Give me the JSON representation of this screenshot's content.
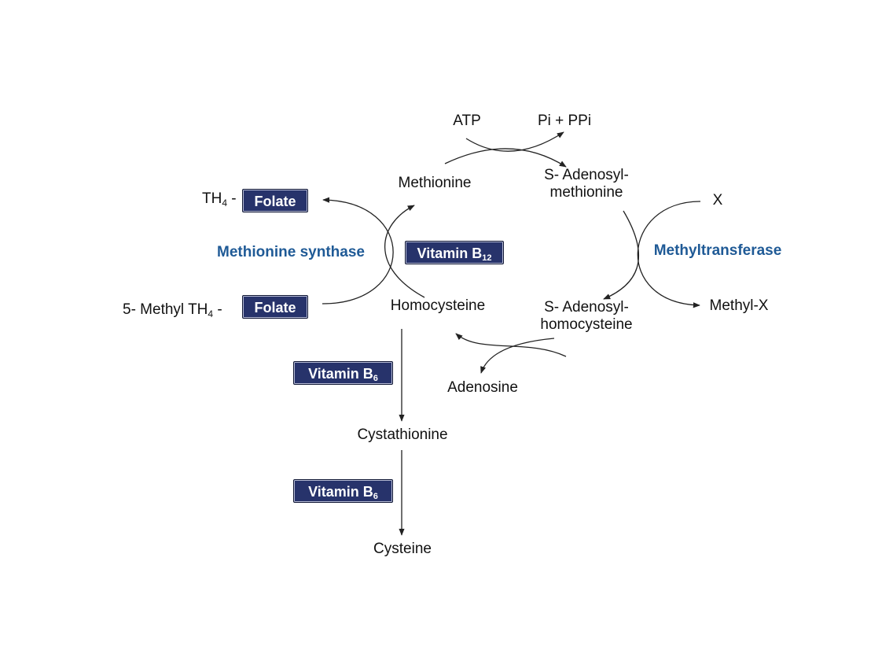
{
  "colors": {
    "badge_bg": "#27336b",
    "enzyme_text": "#1f5a96",
    "arrow": "#222222"
  },
  "metabolites": {
    "atp": "ATP",
    "pi_ppi": "Pi + PPi",
    "methionine": "Methionine",
    "sam_line1": "S- Adenosyl-",
    "sam_line2": "methionine",
    "x": "X",
    "methyl_x": "Methyl-X",
    "sah_line1": "S- Adenosyl-",
    "sah_line2": "homocysteine",
    "homocysteine": "Homocysteine",
    "adenosine": "Adenosine",
    "cystathionine": "Cystathionine",
    "cysteine": "Cysteine"
  },
  "folate": {
    "th4_prefix": "TH",
    "th4_sub": "4",
    "dash": " -",
    "methyl_prefix": "5- Methyl TH",
    "methyl_sub": "4",
    "badge_label": "Folate"
  },
  "enzymes": {
    "methionine_synthase": "Methionine synthase",
    "methyltransferase": "Methyltransferase"
  },
  "cofactors": {
    "b12_main": "Vitamin B",
    "b12_sub": "12",
    "b6_main": "Vitamin B",
    "b6_sub": "6"
  }
}
